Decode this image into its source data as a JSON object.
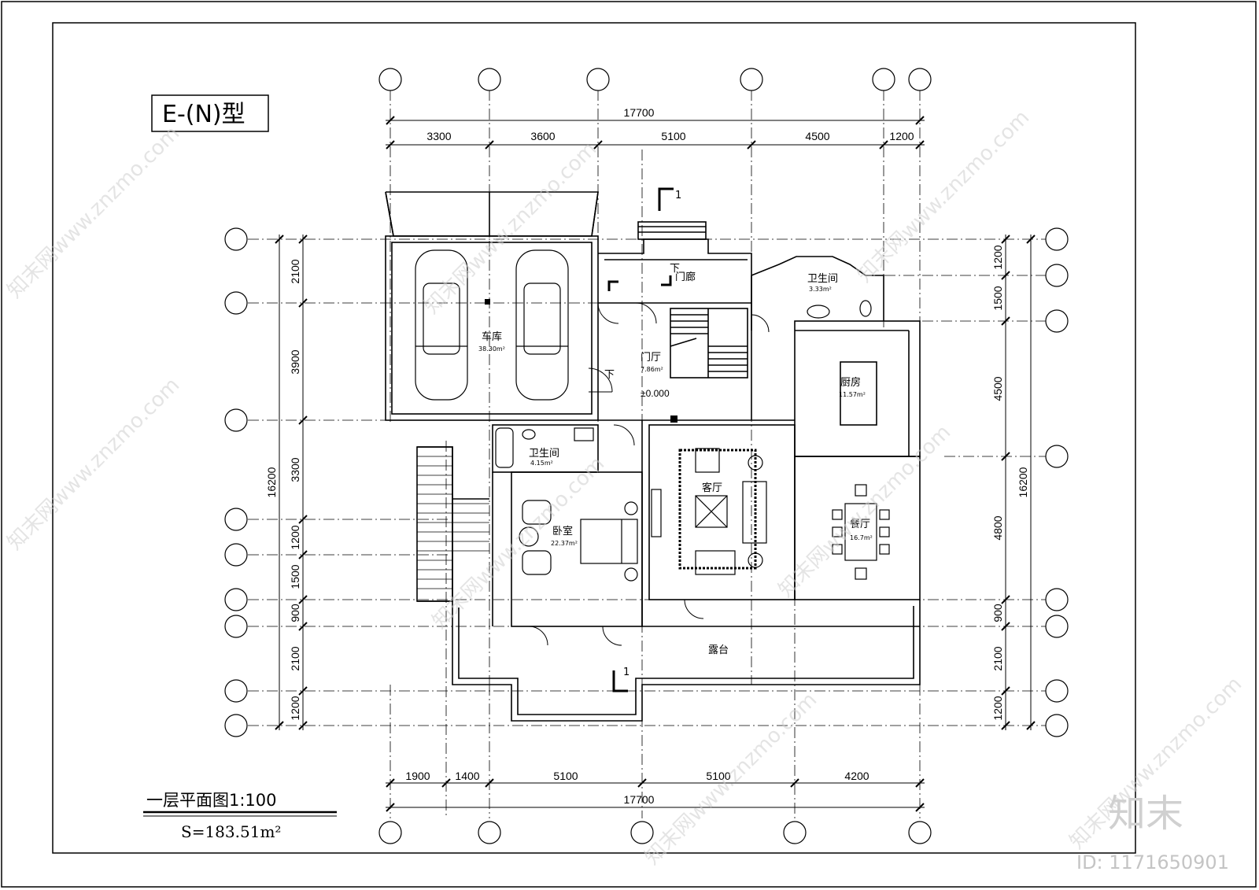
{
  "plan": {
    "type_label": "E-(N)型",
    "title": "一层平面图1:100",
    "area": "S=183.51m²"
  },
  "dims": {
    "top_total": "17700",
    "top": [
      "3300",
      "3600",
      "5100",
      "4500",
      "1200"
    ],
    "bottom_total": "17700",
    "bottom": [
      "1900",
      "1400",
      "5100",
      "5100",
      "4200"
    ],
    "left_total": "16200",
    "left": [
      "2100",
      "3900",
      "3300",
      "1200",
      "1500",
      "900",
      "2100",
      "1200"
    ],
    "right_total": "16200",
    "right": [
      "1200",
      "1500",
      "4500",
      "4800",
      "900",
      "2100",
      "1200"
    ]
  },
  "rooms": {
    "garage": "车库",
    "garage_area": "38.30m²",
    "porch": "门廊",
    "hall": "门厅",
    "hall_area": "7.86m²",
    "elevation": "±0.000",
    "wc_upper": "卫生间",
    "wc_upper_area": "3.33m²",
    "kitchen": "厨房",
    "kitchen_area": "11.57m²",
    "wc_lower": "卫生间",
    "wc_lower_area": "4.15m²",
    "bedroom": "卧室",
    "bedroom_area": "22.37m²",
    "living": "客厅",
    "dining": "餐厅",
    "dining_area": "16.7m²",
    "terrace": "露台",
    "down_1": "下",
    "down_2": "下"
  },
  "section": {
    "top": "1",
    "bottom": "1"
  },
  "watermark": {
    "text": "知末网www.znzmo.com",
    "logo": "知末",
    "id": "ID: 1171650901"
  }
}
